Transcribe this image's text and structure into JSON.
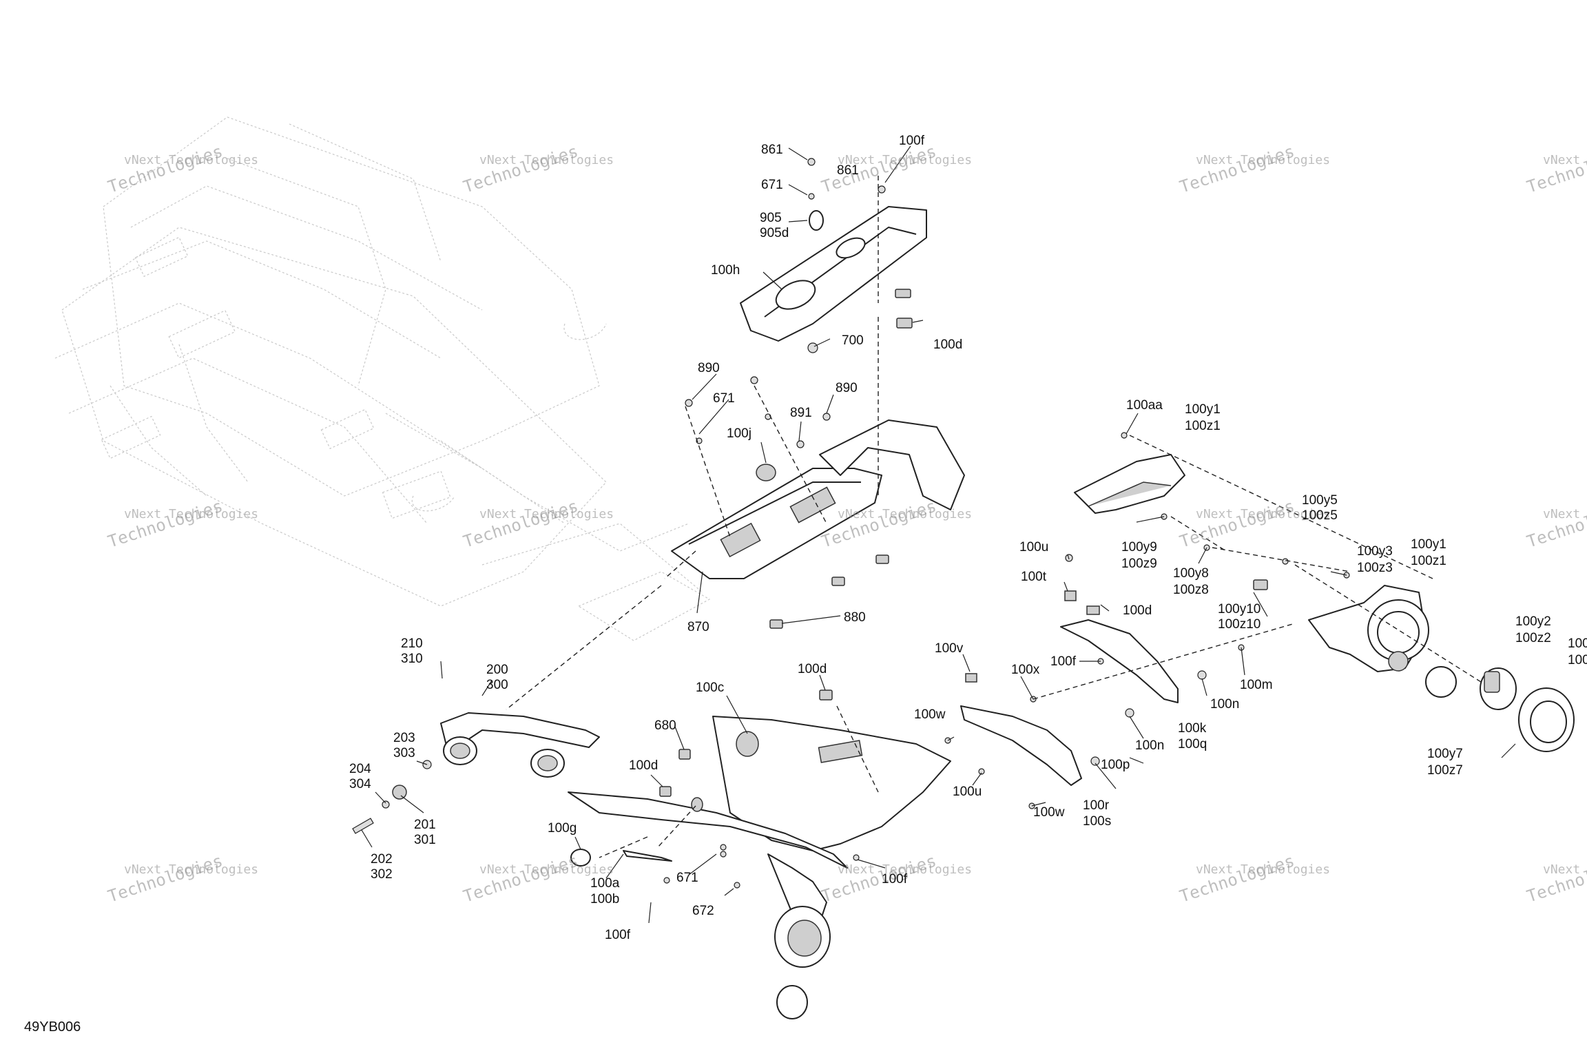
{
  "diagram": {
    "code": "49YB006",
    "watermark": {
      "line1": "vNext Technologies",
      "line2": "Technologies"
    },
    "callouts": {
      "c861a": "861",
      "c100f_top": "100f",
      "c861b": "861",
      "c671_top": "671",
      "c905": "905",
      "c905d": "905d",
      "c100h": "100h",
      "c700": "700",
      "c100d_top": "100d",
      "c890a": "890",
      "c671_mid": "671",
      "c890b": "890",
      "c891": "891",
      "c100j": "100j",
      "c870": "870",
      "c880": "880",
      "c100aa": "100aa",
      "c100y1a": "100y1",
      "c100z1a": "100z1",
      "c100y5": "100y5",
      "c100z5": "100z5",
      "c100y9": "100y9",
      "c100z9": "100z9",
      "c100y8": "100y8",
      "c100z8": "100z8",
      "c100y3": "100y3",
      "c100z3": "100z3",
      "c100y1b": "100y1",
      "c100z1b": "100z1",
      "c100y10": "100y10",
      "c100z10": "100z10",
      "c100y2": "100y2",
      "c100z2": "100z2",
      "c100_edge1": "100",
      "c100_edge2": "100",
      "c100y7": "100y7",
      "c100z7": "100z7",
      "c100u_a": "100u",
      "c100t": "100t",
      "c100d_right": "100d",
      "c100f_mid": "100f",
      "c100x": "100x",
      "c100v": "100v",
      "c100w_a": "100w",
      "c100u_b": "100u",
      "c100w_b": "100w",
      "c100r": "100r",
      "c100s": "100s",
      "c100m": "100m",
      "c100n_a": "100n",
      "c100n_b": "100n",
      "c100k": "100k",
      "c100q": "100q",
      "c100p": "100p",
      "c210": "210",
      "c310": "310",
      "c200": "200",
      "c300": "300",
      "c203": "203",
      "c303": "303",
      "c204": "204",
      "c304": "304",
      "c201": "201",
      "c301": "301",
      "c202": "202",
      "c302": "302",
      "c100c": "100c",
      "c100d_low": "100d",
      "c680": "680",
      "c100d_left": "100d",
      "c100g": "100g",
      "c100a": "100a",
      "c100b": "100b",
      "c671_low": "671",
      "c672": "672",
      "c100f_low": "100f",
      "c100f_bottom": "100f"
    }
  }
}
